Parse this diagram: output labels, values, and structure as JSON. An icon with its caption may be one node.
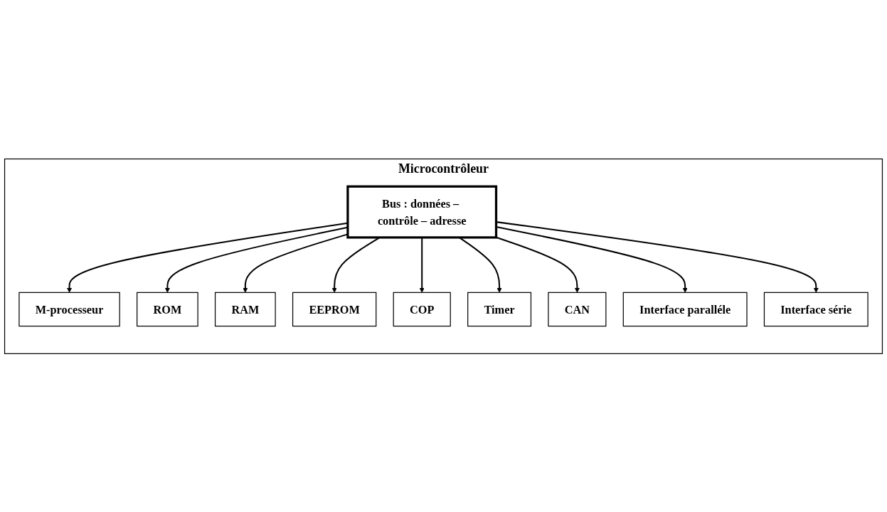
{
  "diagram": {
    "nodes": [
      {
        "text": [
          "Microcontrôleur"
        ]
      },
      {
        "text": [
          "M-processeur"
        ],
        "in": 0
      },
      {
        "text": [
          "ROM"
        ],
        "in": 0
      },
      {
        "text": [
          "RAM"
        ],
        "in": 0
      },
      {
        "text": [
          "EEPROM"
        ],
        "in": 0
      },
      {
        "text": [
          "COP"
        ],
        "in": 0
      },
      {
        "text": [
          "Bus : données – contrôle – adresse"
        ],
        "in": 0
      },
      {
        "text": [
          "Timer"
        ],
        "in": 0
      },
      {
        "text": [
          "CAN"
        ],
        "in": 0
      },
      {
        "text": [
          "Interface paralléle"
        ],
        "in": 0
      },
      {
        "text": [
          "Interface série"
        ],
        "in": 0
      }
    ],
    "edges": [
      {
        "from": 6,
        "to": 1,
        "arrow": "to"
      },
      {
        "from": 6,
        "to": 2,
        "arrow": "to"
      },
      {
        "from": 6,
        "to": 3,
        "arrow": "to"
      },
      {
        "from": 6,
        "to": 4,
        "arrow": "to"
      },
      {
        "from": 6,
        "to": 5,
        "arrow": "to"
      },
      {
        "from": 6,
        "to": 7,
        "arrow": "to"
      },
      {
        "from": 6,
        "to": 8,
        "arrow": "to"
      },
      {
        "from": 6,
        "to": 9,
        "arrow": "to"
      },
      {
        "from": 6,
        "to": 10,
        "arrow": "to"
      }
    ]
  }
}
